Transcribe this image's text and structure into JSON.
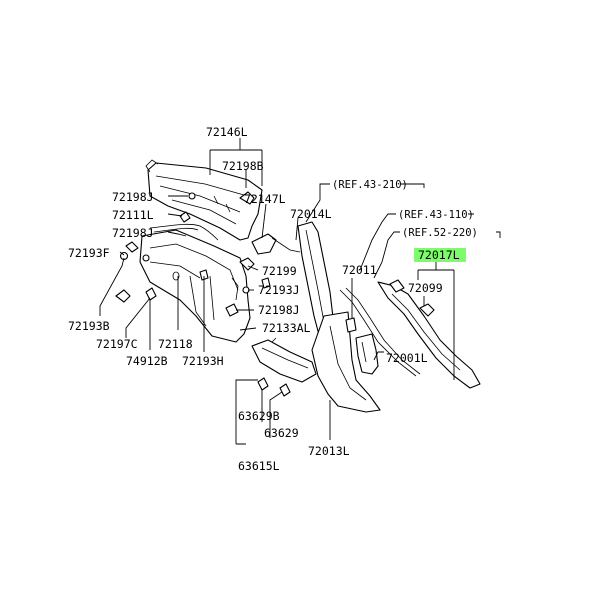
{
  "highlight_color": "#7CFC6A",
  "references": {
    "ref_43_210": "(REF.43-210)",
    "ref_43_110": "(REF.43-110)",
    "ref_52_220": "(REF.52-220)"
  },
  "labels": {
    "p72146L": "72146L",
    "p72198B": "72198B",
    "p72198J_top": "72198J",
    "p72111L": "72111L",
    "p72198J_mid": "72198J",
    "p72193F": "72193F",
    "p72147L": "72147L",
    "p72014L": "72014L",
    "p72017L": "72017L",
    "p72011": "72011",
    "p72099": "72099",
    "p72199": "72199",
    "p72193J": "72193J",
    "p72198J_right": "72198J",
    "p72133AL": "72133AL",
    "p72001L": "72001L",
    "p72193B": "72193B",
    "p72197C": "72197C",
    "p74912B": "74912B",
    "p72118": "72118",
    "p72193H": "72193H",
    "p63629B": "63629B",
    "p63629": "63629",
    "p63615L": "63615L",
    "p72013L": "72013L"
  }
}
